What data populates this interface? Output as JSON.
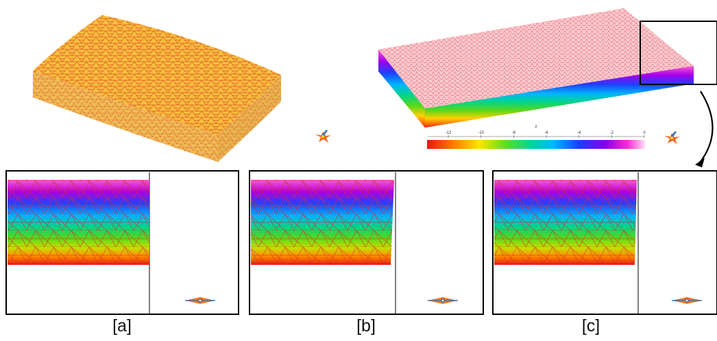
{
  "figure": {
    "captions": [
      "[a]",
      "[b]",
      "[c]"
    ],
    "colorbar": {
      "title": "z",
      "tick_labels": [
        "-12",
        "-10",
        "-8",
        "-6",
        "-4",
        "-2",
        "0"
      ],
      "gradient_colors": [
        "#e8170f",
        "#ff7a00",
        "#ffe600",
        "#5cde1a",
        "#00d6a0",
        "#00b8ff",
        "#1a3cff",
        "#8a00e6",
        "#ff2bd6",
        "#ffe0f4"
      ]
    },
    "colors": {
      "block1_top": "#f2b436",
      "block1_side": "#eab13c",
      "mesh_line": "#d8232a",
      "frame": "#000000"
    },
    "icons": [
      "axis-triad-icon",
      "axis-triad-icon",
      "axis-triad-icon",
      "axis-triad-icon",
      "axis-triad-icon"
    ]
  }
}
